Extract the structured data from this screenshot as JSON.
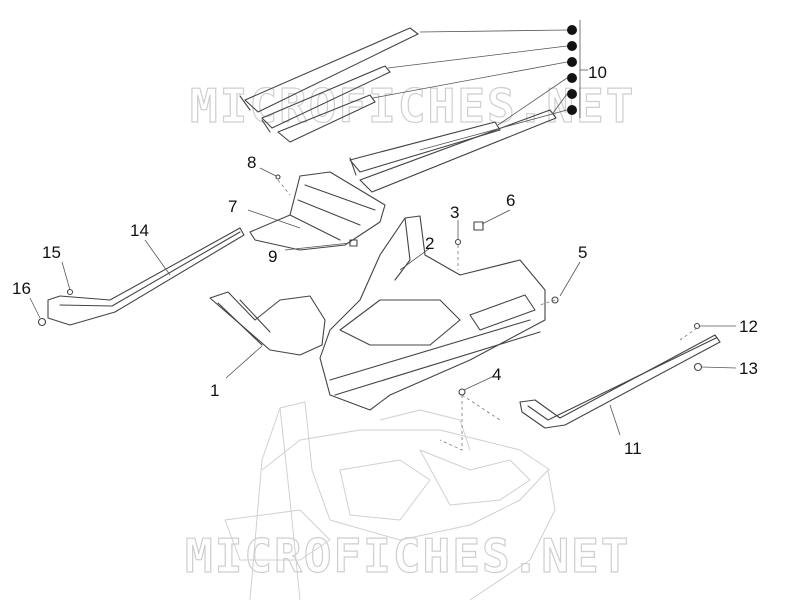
{
  "watermark": "MICROFICHES.NET",
  "callouts": [
    "1",
    "2",
    "3",
    "4",
    "5",
    "6",
    "7",
    "8",
    "9",
    "10",
    "11",
    "12",
    "13",
    "14",
    "15",
    "16"
  ]
}
